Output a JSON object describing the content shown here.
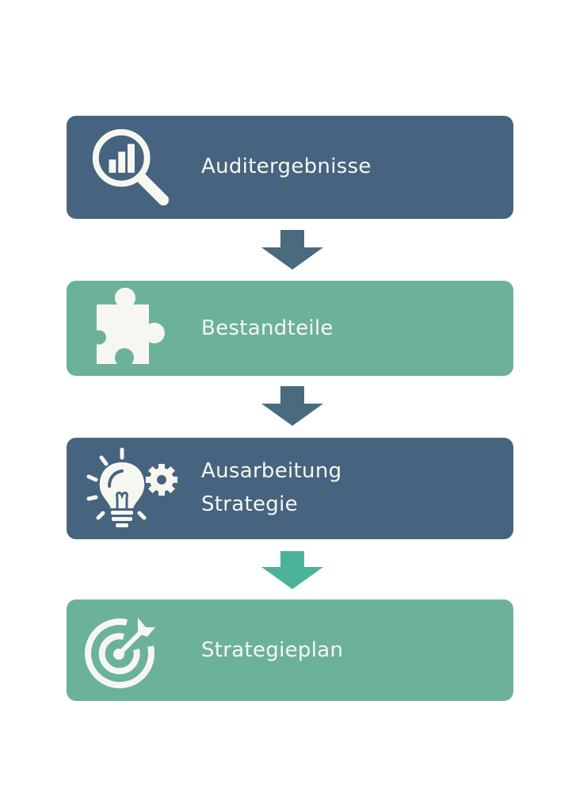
{
  "colors": {
    "dark_box": "#46647f",
    "teal_box": "#6cb29b",
    "dark_arrow": "#4a6a7e",
    "teal_arrow": "#4cb39a",
    "icon_text": "#f7f7f2"
  },
  "steps": [
    {
      "label": "Auditergebnisse",
      "icon": "magnifier-chart-icon"
    },
    {
      "label": "Bestandteile",
      "icon": "puzzle-piece-icon"
    },
    {
      "label_line1": "Ausarbeitung",
      "label_line2": "Strategie",
      "icon": "lightbulb-gear-icon"
    },
    {
      "label": "Strategieplan",
      "icon": "target-arrow-icon"
    }
  ],
  "arrows": [
    {
      "icon": "arrow-down-icon",
      "color": "#4a6a7e"
    },
    {
      "icon": "arrow-down-icon",
      "color": "#4a6a7e"
    },
    {
      "icon": "arrow-down-icon",
      "color": "#4cb39a"
    }
  ]
}
